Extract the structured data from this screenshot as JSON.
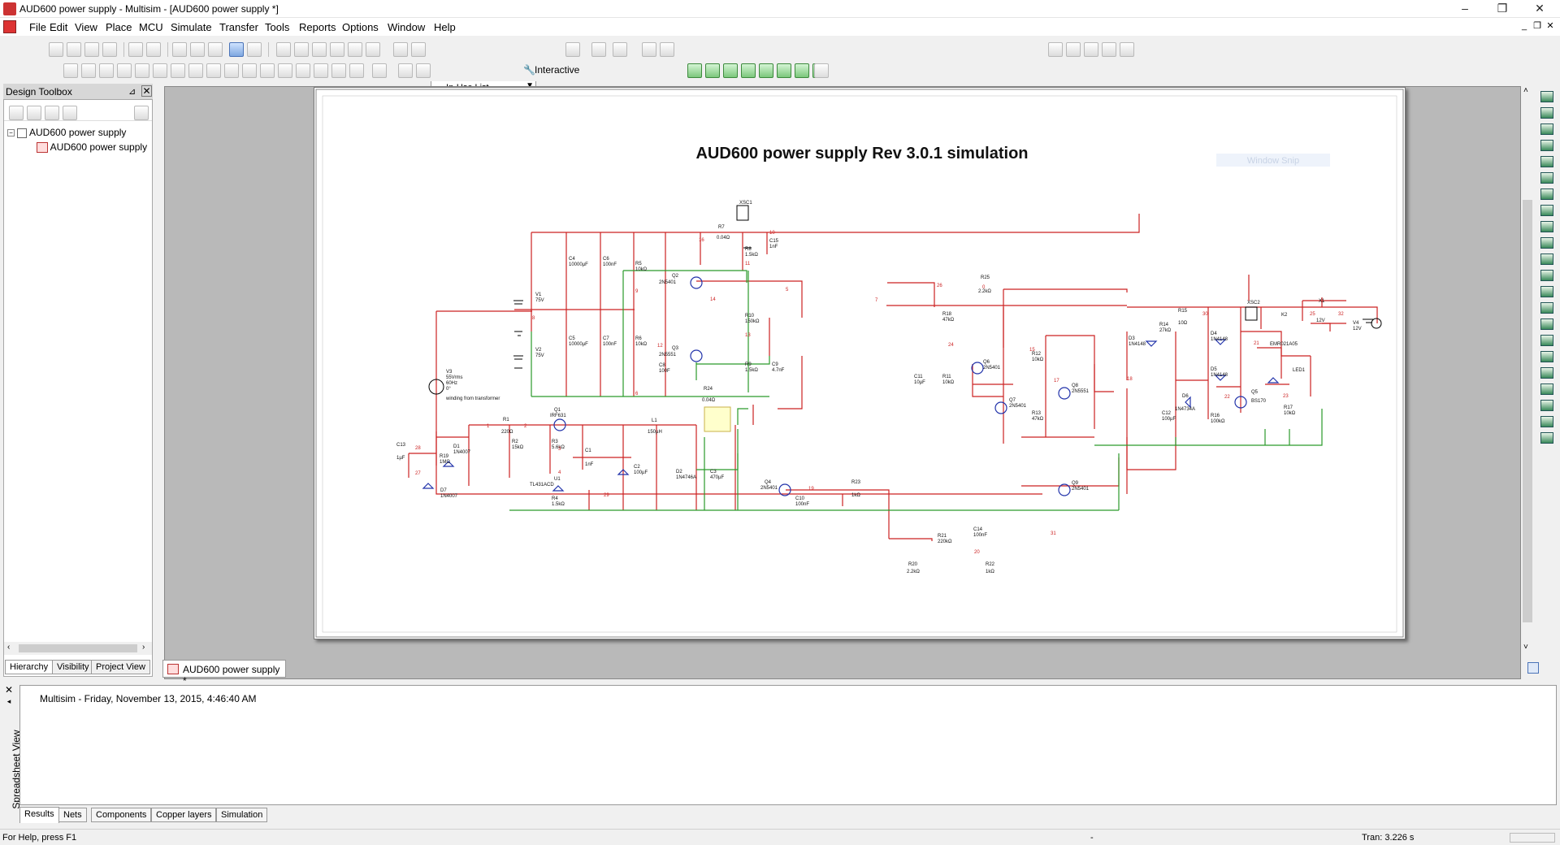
{
  "window": {
    "title": "AUD600 power supply - Multisim - [AUD600 power supply *]",
    "minimize": "–",
    "restore": "❐",
    "close": "✕"
  },
  "menu": [
    "File",
    "Edit",
    "View",
    "Place",
    "MCU",
    "Simulate",
    "Transfer",
    "Tools",
    "Reports",
    "Options",
    "Window",
    "Help"
  ],
  "toolbar": {
    "in_use_list": "--- In-Use List ---",
    "interactive": "Interactive"
  },
  "toolbox": {
    "title": "Design Toolbox",
    "tree_root": "AUD600 power supply",
    "tree_child": "AUD600 power supply",
    "tabs": [
      "Hierarchy",
      "Visibility",
      "Project View"
    ]
  },
  "schematic": {
    "title": "AUD600 power supply Rev 3.0.1 simulation",
    "watermark": "Window Snip",
    "xsc1": "XSC1",
    "xsc2": "XSC2",
    "components": {
      "r7": "R7",
      "r7v": "0.04Ω",
      "r8": "R8",
      "r8v": "1.5kΩ",
      "c15": "C15",
      "c15v": "1nF",
      "v1": "V1",
      "v1v": "75V",
      "v2": "V2",
      "v2v": "75V",
      "c4": "C4",
      "c4v": "10000µF",
      "c5": "C5",
      "c5v": "10000µF",
      "c6": "C6",
      "c6v": "100nF",
      "c7": "C7",
      "c7v": "100nF",
      "r5": "R5",
      "r5v": "10kΩ",
      "r6": "R6",
      "r6v": "10kΩ",
      "q2": "Q2",
      "q2v": "2N5401",
      "q3": "Q3",
      "q3v": "2N5551",
      "r10": "R10",
      "r10v": "150kΩ",
      "r9": "R9",
      "r9v": "1.5kΩ",
      "c9": "C9",
      "c9v": "4.7nF",
      "c8": "C8",
      "c8v": "100F",
      "r24": "R24",
      "r24v": "0.04Ω",
      "v3": "V3",
      "v3v": "55Vrms",
      "v3f": "60Hz",
      "v3p": "0°",
      "v3note": "winding from transformer",
      "r1": "R1",
      "r1v": "220Ω",
      "q1": "Q1",
      "q1v": "IRF631",
      "l1": "L1",
      "l1v": "150µH",
      "r2": "R2",
      "r2v": "15kΩ",
      "r3": "R3",
      "r3v": "5.6kΩ",
      "c1": "C1",
      "c1v": "1nF",
      "c2": "C2",
      "c2v": "100µF",
      "d2": "D2",
      "d2v": "1N4746A",
      "c3": "C3",
      "c3v": "470µF",
      "u1": "U1",
      "u1v": "TL431ACD",
      "r4": "R4",
      "r4v": "1.5kΩ",
      "d1": "D1",
      "d1v": "1N4007",
      "c13": "C13",
      "c13v": "1µF",
      "r19": "R19",
      "r19v": "1MΩ",
      "d7": "D7",
      "d7v": "1N4007",
      "q4": "Q4",
      "q4v": "2N5401",
      "c10": "C10",
      "c10v": "100nF",
      "r23": "R23",
      "r23v": "1kΩ",
      "r25": "R25",
      "r25v": "2.2kΩ",
      "r18": "R18",
      "r18v": "47kΩ",
      "c11": "C11",
      "c11v": "10µF",
      "r11": "R11",
      "r11v": "10kΩ",
      "q6": "Q6",
      "q6v": "2N5401",
      "q7": "Q7",
      "q7v": "2N5401",
      "r12": "R12",
      "r12v": "10kΩ",
      "r13": "R13",
      "r13v": "47kΩ",
      "q8": "Q8",
      "q8v": "2N5551",
      "q9": "Q9",
      "q9v": "2N5401",
      "d3": "D3",
      "d3v": "1N4148",
      "r14": "R14",
      "r14v": "27kΩ",
      "r15": "R15",
      "r15v": "10Ω",
      "d4": "D4",
      "d4v": "1N4148",
      "d5": "D5",
      "d5v": "1N4148",
      "d6": "D6",
      "d6v": "1N4734A",
      "c12": "C12",
      "c12v": "100µF",
      "r16": "R16",
      "r16v": "100kΩ",
      "q5": "Q5",
      "q5v": "BS170",
      "r17": "R17",
      "r17v": "10kΩ",
      "k2": "K2",
      "k2v": "EMR021A05",
      "x1": "X1",
      "x1v": "12V",
      "v4": "V4",
      "v4v": "12V",
      "led1": "LED1",
      "r21": "R21",
      "r21v": "220kΩ",
      "c14": "C14",
      "c14v": "100nF",
      "r20": "R20",
      "r20v": "2.2kΩ",
      "r22": "R22",
      "r22v": "1kΩ"
    },
    "nets": {
      "n16": "16",
      "n11": "11",
      "n10": "10",
      "n8": "8",
      "n9": "9",
      "n14": "14",
      "n13": "13",
      "n12": "12",
      "n6": "6",
      "n15": "15",
      "n1": "1",
      "n2": "2",
      "n3": "3",
      "n4": "4",
      "n5": "5",
      "n7": "7",
      "n26": "26",
      "n0": "0",
      "n24": "24",
      "n17": "17",
      "n18": "18",
      "n30": "30",
      "n22": "22",
      "n23": "23",
      "n25": "25",
      "n32": "32",
      "n21": "21",
      "n28": "28",
      "n27": "27",
      "n29": "29",
      "n31": "31",
      "n20": "20",
      "n19": "19"
    }
  },
  "doc_tab": "AUD600 power supply *",
  "spreadsheet": {
    "label": "Spreadsheet View",
    "result_line": "Multisim  -  Friday, November 13, 2015, 4:46:40 AM",
    "tabs": [
      "Results",
      "Nets",
      "Components",
      "Copper layers",
      "Simulation"
    ]
  },
  "status": {
    "help": "For Help, press F1",
    "dash": "-",
    "tran": "Tran: 3.226 s"
  },
  "colors": {
    "wire_red": "#cc2222",
    "wire_green": "#2a9a2a",
    "part_blue": "#2233aa"
  }
}
